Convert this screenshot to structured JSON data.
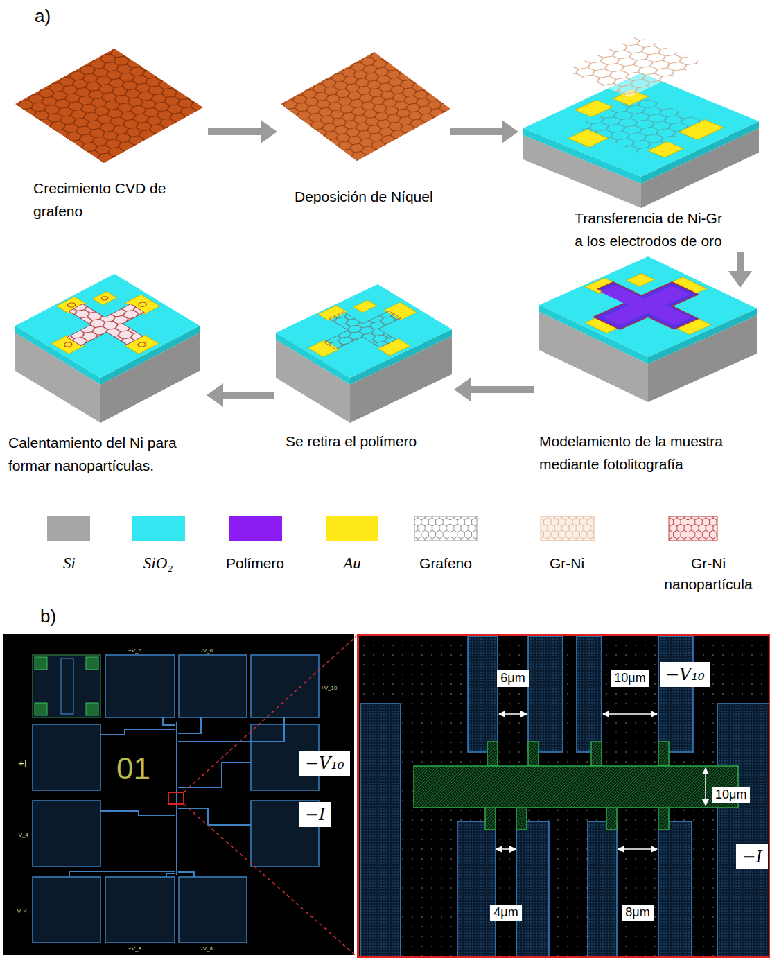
{
  "diagram": {
    "nodes": [
      {
        "text": [
          "Crecimiento CVD de grafeno"
        ]
      },
      {
        "text": [
          "Deposición de Níquel"
        ]
      },
      {
        "text": [
          "Transferencia de Ni-Gr a los electrodos de oro"
        ]
      },
      {
        "text": [
          "Calentamiento del Ni para formar nanopartículas."
        ]
      },
      {
        "text": [
          "Se retira el polímero"
        ]
      },
      {
        "text": [
          "Modelamiento de la muestra mediante fotolitografía"
        ]
      }
    ],
    "edges": [
      {
        "from": 0,
        "to": 1,
        "arrow": "to"
      },
      {
        "from": 1,
        "to": 2,
        "arrow": "to"
      },
      {
        "from": 2,
        "to": 5,
        "arrow": "to"
      },
      {
        "from": 5,
        "to": 4,
        "arrow": "to"
      },
      {
        "from": 4,
        "to": 3,
        "arrow": "to"
      }
    ],
    "labels": [
      "a)",
      "b)",
      "+V_6",
      "-V_6",
      "+V_10",
      "01",
      "+I",
      "+V_4",
      "-V_4",
      "+V_8",
      "-V_8",
      "−V₁₀",
      "−I",
      "6μm",
      "10μm",
      "−V₁₀",
      "10μm",
      "4μm",
      "8μm",
      "−I"
    ],
    "legend": [
      {
        "text": "Si",
        "color": "#a6a6a6"
      },
      {
        "text": "SiO₂",
        "color": "#33e6ef"
      },
      {
        "text": "Polímero",
        "color": "#8b1cf2"
      },
      {
        "text": "Au",
        "color": "#ffe81a"
      },
      {
        "text": "Grafeno"
      },
      {
        "text": "Gr-Ni"
      },
      {
        "text": "Gr-Ni nanopartícula"
      }
    ]
  }
}
